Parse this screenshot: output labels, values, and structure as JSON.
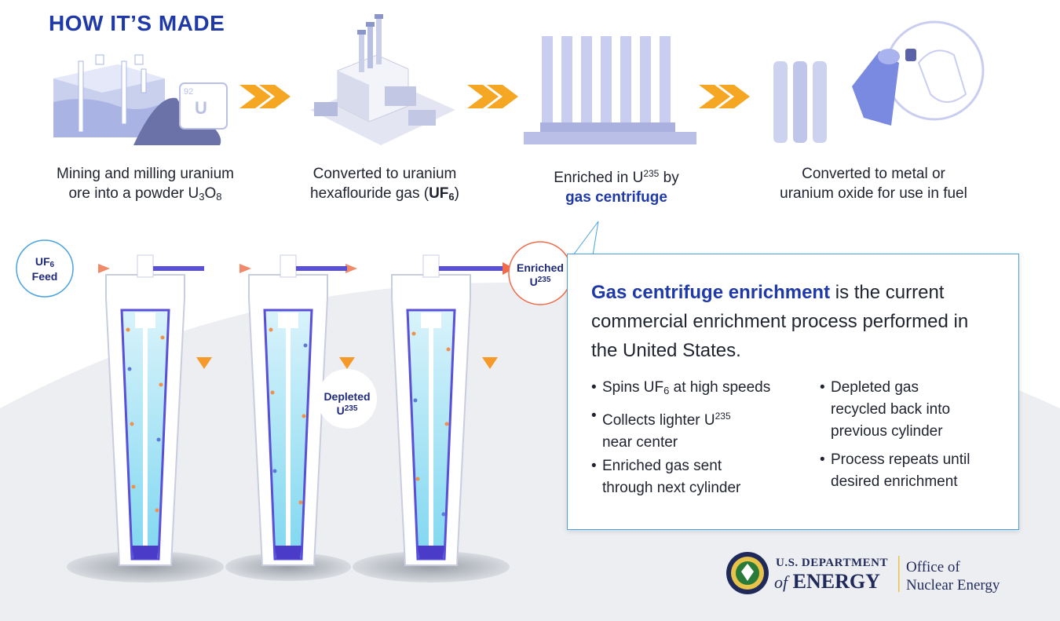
{
  "title": "HOW IT’S MADE",
  "steps": [
    {
      "line1": "Mining and milling uranium",
      "line2_pre": "ore into a powder U",
      "s1": "3",
      "mid": "O",
      "s2": "8"
    },
    {
      "line1": "Converted to uranium",
      "line2_pre": "hexaflouride gas (",
      "bold": "UF",
      "sub": "6",
      "post": ")"
    },
    {
      "line1_pre": "Enriched in U",
      "sup": "235",
      "line1_post": " by",
      "line2": "gas centrifuge"
    },
    {
      "line1": "Converted to metal or",
      "line2": "uranium oxide for use in fuel"
    }
  ],
  "element_tile": {
    "number": "92",
    "symbol": "U"
  },
  "badges": {
    "feed": {
      "l1": "UF",
      "l1sub": "6",
      "l2": "Feed"
    },
    "enriched": {
      "l1": "Enriched",
      "l2": "U",
      "l2sup": "235"
    },
    "depleted": {
      "l1": "Depleted",
      "l2": "U",
      "l2sup": "235"
    }
  },
  "callout": {
    "head_bold": "Gas centrifuge enrichment",
    "head_rest": " is the current commercial enrichment process performed in the United States.",
    "left_bullets": {
      "b1_pre": "Spins UF",
      "b1_sub": "6",
      "b1_post": " at high speeds",
      "b2_l1_pre": "Collects lighter U",
      "b2_sup": "235",
      "b2_l2": "near center",
      "b3_l1": "Enriched gas sent",
      "b3_l2": "through next cylinder"
    },
    "right_bullets": {
      "b1_l1": "Depleted gas",
      "b1_l2": "recycled back into",
      "b1_l3": "previous cylinder",
      "b2_l1": "Process repeats until",
      "b2_l2": "desired enrichment"
    }
  },
  "logo": {
    "line1": "U.S. DEPARTMENT",
    "line2_of": "of",
    "line2": "ENERGY",
    "office1": "Office of",
    "office2": "Nuclear Energy"
  },
  "colors": {
    "brand_blue": "#1f3aa8",
    "arrow_orange": "#f5a623",
    "callout_border": "#4aa3e0"
  }
}
